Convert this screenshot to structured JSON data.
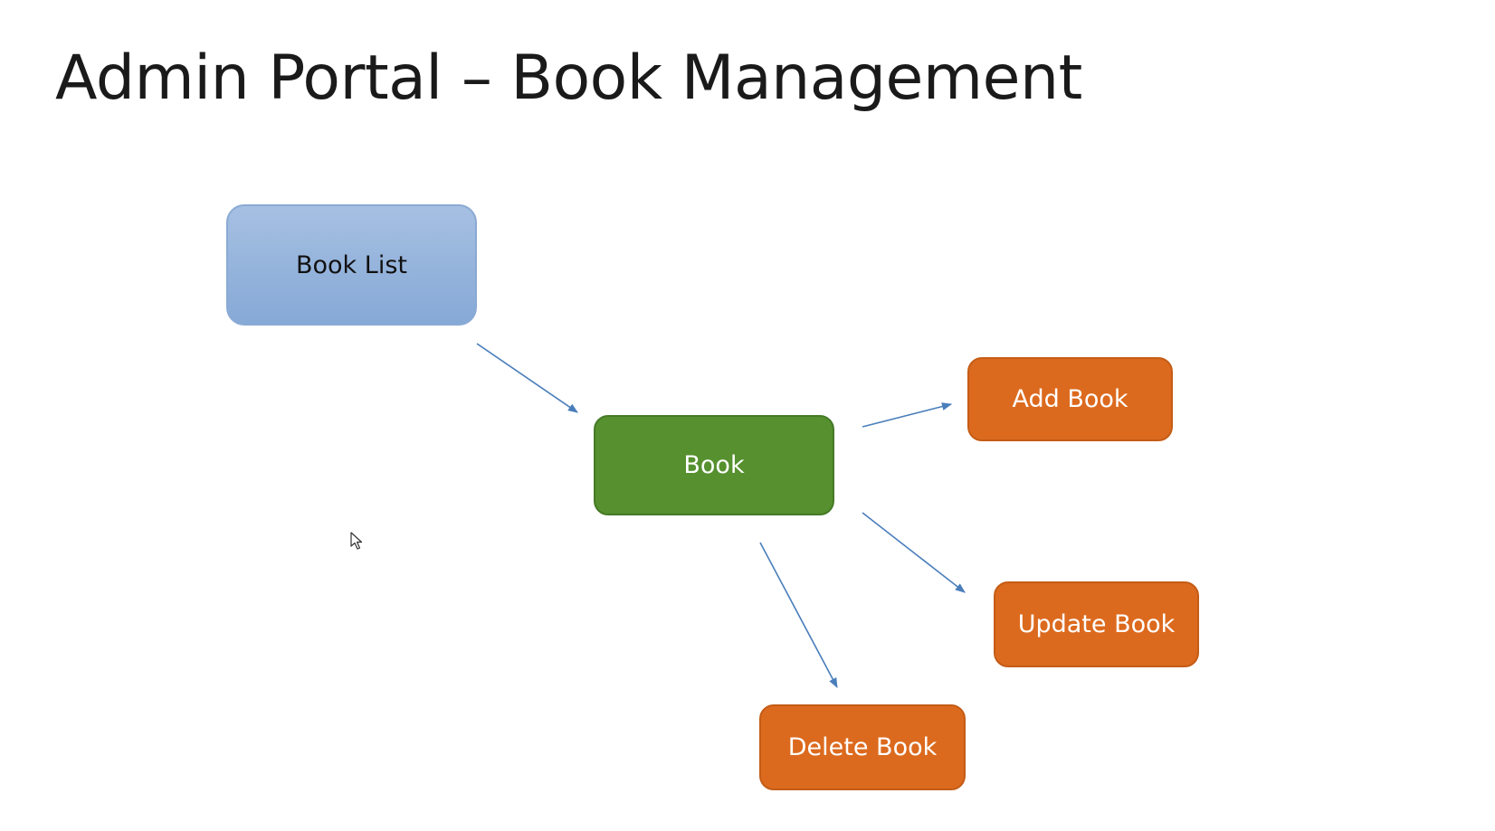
{
  "title": "Admin Portal – Book Management",
  "nodes": {
    "book_list": "Book List",
    "book": "Book",
    "add_book": "Add Book",
    "update_book": "Update Book",
    "delete_book": "Delete Book"
  },
  "edges": [
    {
      "from": "Book List",
      "to": "Book"
    },
    {
      "from": "Book",
      "to": "Add Book"
    },
    {
      "from": "Book",
      "to": "Update Book"
    },
    {
      "from": "Book",
      "to": "Delete Book"
    }
  ],
  "colors": {
    "book_list": "#95b3dc",
    "book": "#56902f",
    "action": "#dc6a1e",
    "arrow": "#4a7ebb"
  }
}
